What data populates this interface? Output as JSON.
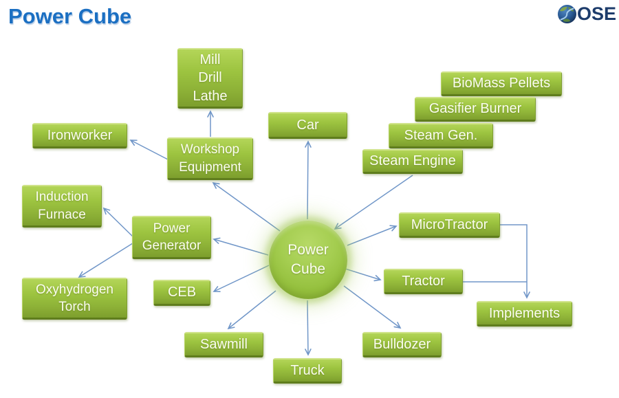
{
  "page": {
    "title": "Power Cube",
    "logo_text": "OSE"
  },
  "colors": {
    "title_blue": "#1b6fc2",
    "logo_navy": "#1d3c6b",
    "node_green_top": "#b3d558",
    "node_green_bottom": "#7d9e2d",
    "node_text": "#fbfdf0",
    "arrow_blue": "#7096c8"
  },
  "diagram": {
    "center_node": {
      "id": "power-cube",
      "label": "Power\nCube"
    },
    "nodes": [
      {
        "id": "mill-drill-lathe",
        "label": "Mill\nDrill\nLathe"
      },
      {
        "id": "car",
        "label": "Car"
      },
      {
        "id": "biomass-pellets",
        "label": "BioMass Pellets"
      },
      {
        "id": "gasifier-burner",
        "label": "Gasifier Burner"
      },
      {
        "id": "steam-gen",
        "label": "Steam Gen."
      },
      {
        "id": "steam-engine",
        "label": "Steam Engine"
      },
      {
        "id": "ironworker",
        "label": "Ironworker"
      },
      {
        "id": "workshop-equipment",
        "label": "Workshop\nEquipment"
      },
      {
        "id": "induction-furnace",
        "label": "Induction\nFurnace"
      },
      {
        "id": "power-generator",
        "label": "Power\nGenerator"
      },
      {
        "id": "oxyhydrogen-torch",
        "label": "Oxyhydrogen\nTorch"
      },
      {
        "id": "ceb",
        "label": "CEB"
      },
      {
        "id": "microtractor",
        "label": "MicroTractor"
      },
      {
        "id": "tractor",
        "label": "Tractor"
      },
      {
        "id": "implements",
        "label": "Implements"
      },
      {
        "id": "sawmill",
        "label": "Sawmill"
      },
      {
        "id": "truck",
        "label": "Truck"
      },
      {
        "id": "bulldozer",
        "label": "Bulldozer"
      }
    ],
    "edges": [
      {
        "from": "power-cube",
        "to": "car"
      },
      {
        "from": "power-cube",
        "to": "workshop-equipment"
      },
      {
        "from": "workshop-equipment",
        "to": "mill-drill-lathe"
      },
      {
        "from": "workshop-equipment",
        "to": "ironworker"
      },
      {
        "from": "steam-engine",
        "to": "power-cube"
      },
      {
        "from": "power-cube",
        "to": "microtractor"
      },
      {
        "from": "power-cube",
        "to": "tractor"
      },
      {
        "from": "power-cube",
        "to": "power-generator"
      },
      {
        "from": "power-cube",
        "to": "ceb"
      },
      {
        "from": "power-generator",
        "to": "induction-furnace"
      },
      {
        "from": "power-generator",
        "to": "oxyhydrogen-torch"
      },
      {
        "from": "power-cube",
        "to": "sawmill"
      },
      {
        "from": "power-cube",
        "to": "truck"
      },
      {
        "from": "power-cube",
        "to": "bulldozer"
      },
      {
        "from": "microtractor",
        "to": "implements"
      },
      {
        "from": "tractor",
        "to": "implements"
      }
    ]
  }
}
